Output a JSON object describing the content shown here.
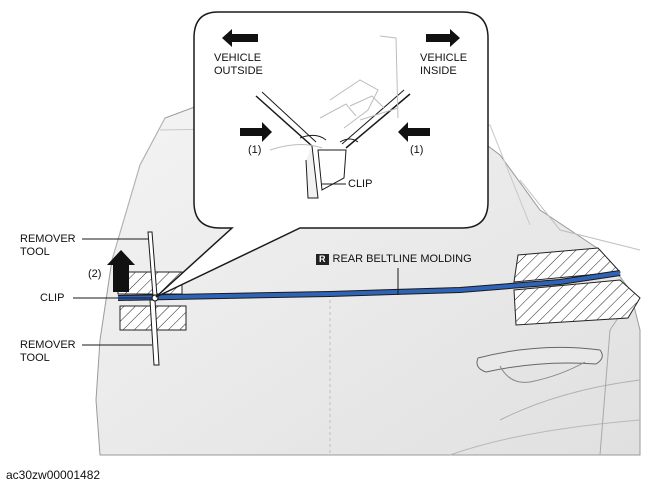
{
  "labels": {
    "vehicle_outside": "VEHICLE\nOUTSIDE",
    "vehicle_inside": "VEHICLE\nINSIDE",
    "step1_left": "(1)",
    "step1_right": "(1)",
    "clip_callout": "CLIP",
    "remover_tool_top": "REMOVER\nTOOL",
    "step2": "(2)",
    "clip_main": "CLIP",
    "remover_tool_bottom": "REMOVER\nTOOL",
    "molding_badge": "R",
    "molding_name": "REAR BELTLINE MOLDING"
  },
  "caption": "ac30zw00001482",
  "colors": {
    "molding": "#2f63b8",
    "line": "#1a1a1a",
    "body_shade": "#e3e3e3"
  }
}
